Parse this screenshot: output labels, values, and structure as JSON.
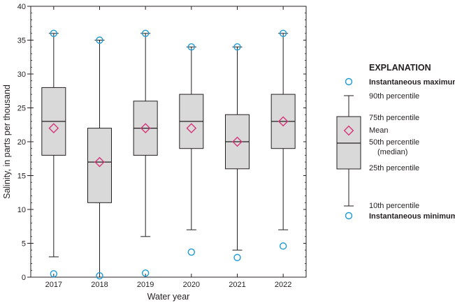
{
  "chart_data": {
    "type": "boxplot",
    "xlabel": "Water year",
    "ylabel": "Salinity, in parts per thousand",
    "ylim": [
      0,
      40
    ],
    "yticks": [
      0,
      5,
      10,
      15,
      20,
      25,
      30,
      35,
      40
    ],
    "categories": [
      "2017",
      "2018",
      "2019",
      "2020",
      "2021",
      "2022"
    ],
    "boxes": [
      {
        "category": "2017",
        "p10": 3,
        "p25": 18,
        "median": 23,
        "p75": 28,
        "p90": 36,
        "mean": 22,
        "inst_max": 36,
        "inst_min": 0.5
      },
      {
        "category": "2018",
        "p10": 0,
        "p25": 11,
        "median": 17,
        "p75": 22,
        "p90": 35,
        "mean": 17,
        "inst_max": 35,
        "inst_min": 0.2
      },
      {
        "category": "2019",
        "p10": 6,
        "p25": 18,
        "median": 22,
        "p75": 26,
        "p90": 36,
        "mean": 22,
        "inst_max": 36,
        "inst_min": 0.6
      },
      {
        "category": "2020",
        "p10": 7,
        "p25": 19,
        "median": 23,
        "p75": 27,
        "p90": 34,
        "mean": 22,
        "inst_max": 34,
        "inst_min": 3.7
      },
      {
        "category": "2021",
        "p10": 4,
        "p25": 16,
        "median": 20,
        "p75": 24,
        "p90": 34,
        "mean": 20,
        "inst_max": 34,
        "inst_min": 2.9
      },
      {
        "category": "2022",
        "p10": 7,
        "p25": 19,
        "median": 23,
        "p75": 27,
        "p90": 36,
        "mean": 23,
        "inst_max": 36,
        "inst_min": 4.6
      }
    ],
    "colors": {
      "box_fill": "#d9d9d9",
      "outline": "#231f20",
      "mean_marker": "#d6357a",
      "extreme_marker": "#1c9ad6"
    }
  },
  "explanation": {
    "title": "EXPLANATION",
    "inst_max": "Instantaneous maximum",
    "p90": "90th percentile",
    "p75": "75th percentile",
    "mean": "Mean",
    "median_line1": "50th percentile",
    "median_line2": "(median)",
    "p25": "25th percentile",
    "p10": "10th percentile",
    "inst_min": "Instantaneous minimum"
  }
}
